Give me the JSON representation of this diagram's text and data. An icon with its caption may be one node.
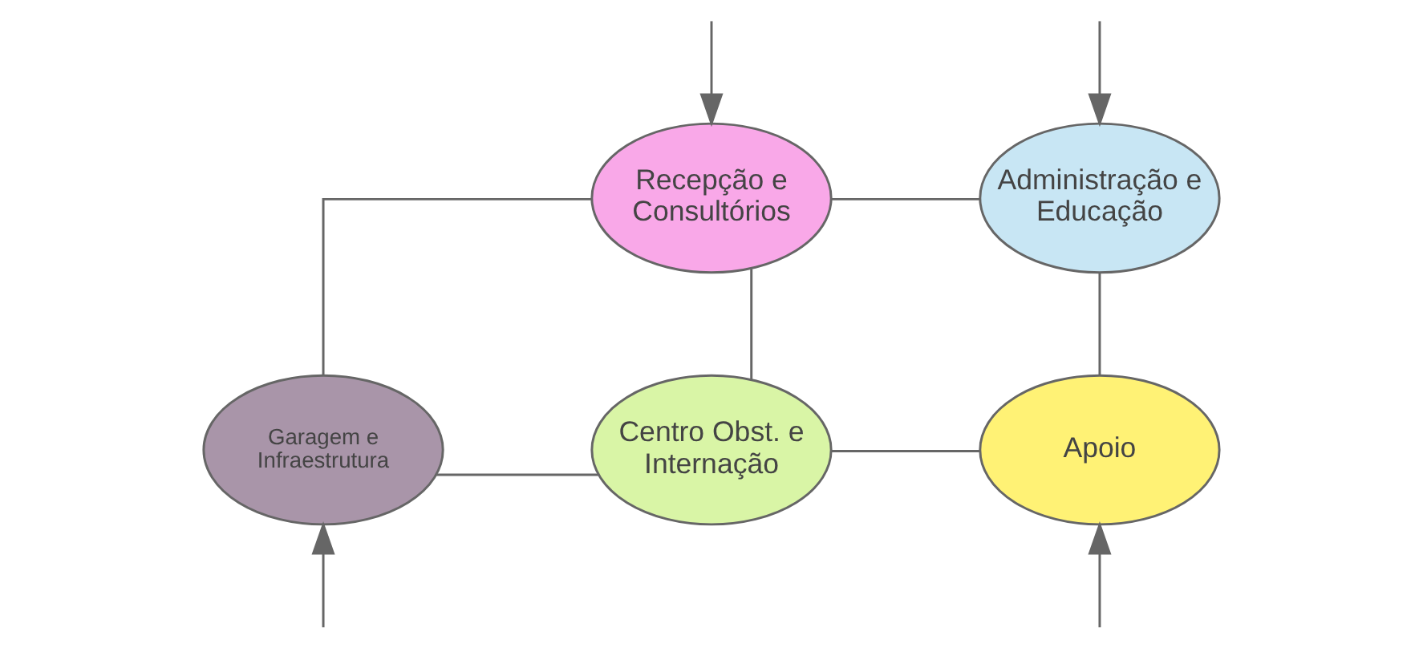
{
  "diagram": {
    "nodes": [
      {
        "text": [
          "Recepção e Consultórios"
        ]
      },
      {
        "text": [
          "Administração e Educação"
        ]
      },
      {
        "text": [
          "Garagem e Infraestrutura"
        ]
      },
      {
        "text": [
          "Centro Obst. e Internação"
        ]
      },
      {
        "text": [
          "Apoio"
        ]
      }
    ],
    "edges": [
      {
        "from": 0,
        "to": 1,
        "arrow": "none"
      },
      {
        "from": 0,
        "to": 2,
        "arrow": "none"
      },
      {
        "from": 0,
        "to": 3,
        "arrow": "none"
      },
      {
        "from": 1,
        "to": 4,
        "arrow": "none"
      },
      {
        "from": 2,
        "to": 3,
        "arrow": "none"
      },
      {
        "from": 3,
        "to": 4,
        "arrow": "none"
      },
      {
        "from": null,
        "to": 0,
        "arrow": "to"
      },
      {
        "from": null,
        "to": 1,
        "arrow": "to"
      },
      {
        "from": null,
        "to": 2,
        "arrow": "to"
      },
      {
        "from": null,
        "to": 4,
        "arrow": "to"
      }
    ]
  }
}
